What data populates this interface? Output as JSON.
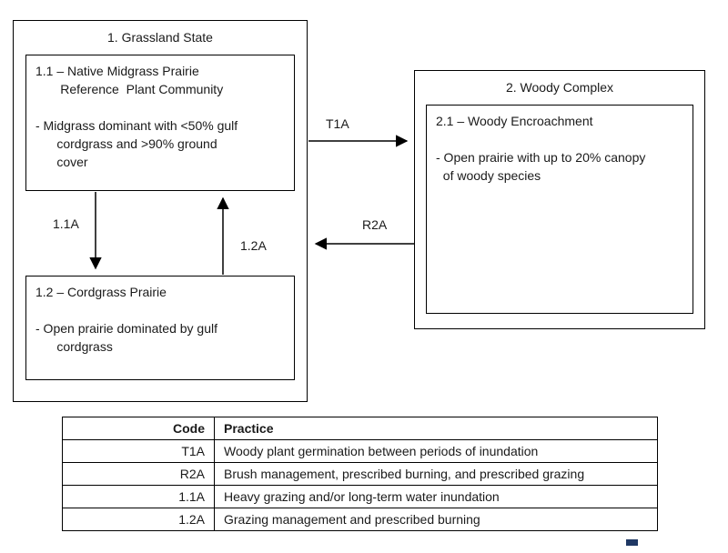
{
  "diagram": {
    "grassland_state": {
      "title": "1. Grassland State",
      "box_1_1": {
        "title": "1.1 – Native Midgrass Prairie\n       Reference  Plant Community",
        "body": "- Midgrass dominant with <50% gulf\n      cordgrass and >90% ground\n      cover"
      },
      "box_1_2": {
        "title": "1.2 – Cordgrass Prairie",
        "body": "- Open prairie dominated by gulf\n      cordgrass"
      }
    },
    "woody_complex": {
      "title": "2. Woody Complex",
      "box_2_1": {
        "title": "2.1 – Woody Encroachment",
        "body": "- Open prairie with up to 20% canopy\n  of woody species"
      }
    },
    "arrows": {
      "t1a_label": "T1A",
      "r2a_label": "R2A",
      "a11_label": "1.1A",
      "a12_label": "1.2A"
    }
  },
  "table": {
    "headers": [
      "Code",
      "Practice"
    ],
    "rows": [
      [
        "T1A",
        "Woody plant germination between  periods of inundation"
      ],
      [
        "R2A",
        "Brush management,  prescribed burning, and prescribed grazing"
      ],
      [
        "1.1A",
        "Heavy grazing and/or long-term water  inundation"
      ],
      [
        "1.2A",
        "Grazing management  and prescribed burning"
      ]
    ]
  }
}
